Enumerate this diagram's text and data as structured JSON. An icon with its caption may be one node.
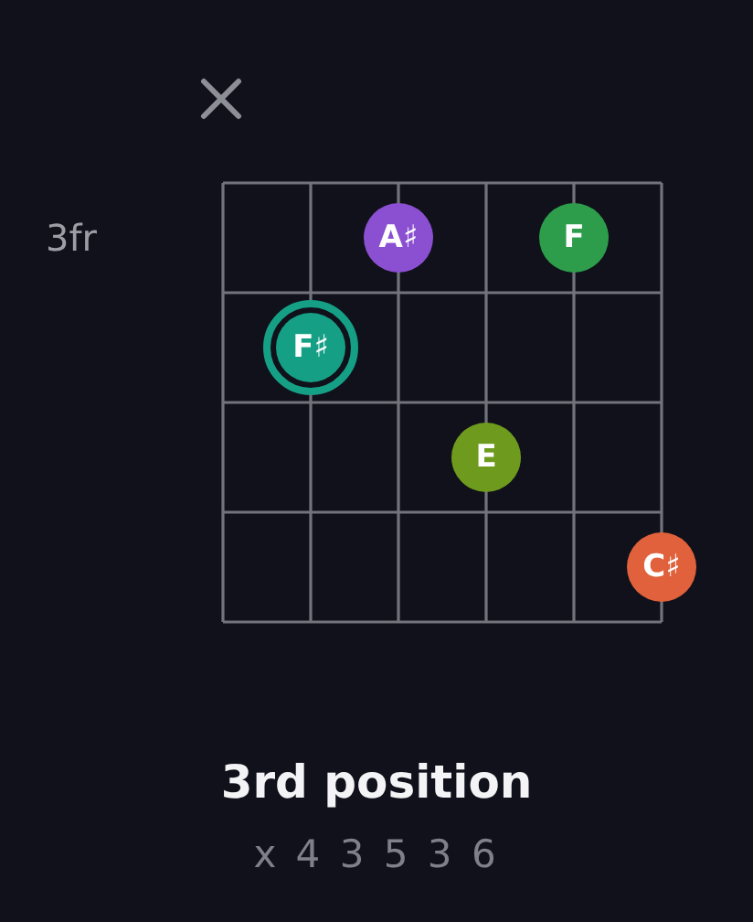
{
  "diagram": {
    "caption": "3rd position",
    "nodes": [
      {
        "text": [
          "A♯"
        ]
      },
      {
        "text": [
          "F"
        ]
      },
      {
        "text": [],
        "shape": "circle"
      },
      {
        "text": [
          "F♯"
        ],
        "in": 2
      },
      {
        "text": [
          "E"
        ]
      },
      {
        "text": [
          "C♯"
        ]
      }
    ],
    "labels": [
      "3fr",
      "x 4 3 5 3 6"
    ]
  }
}
